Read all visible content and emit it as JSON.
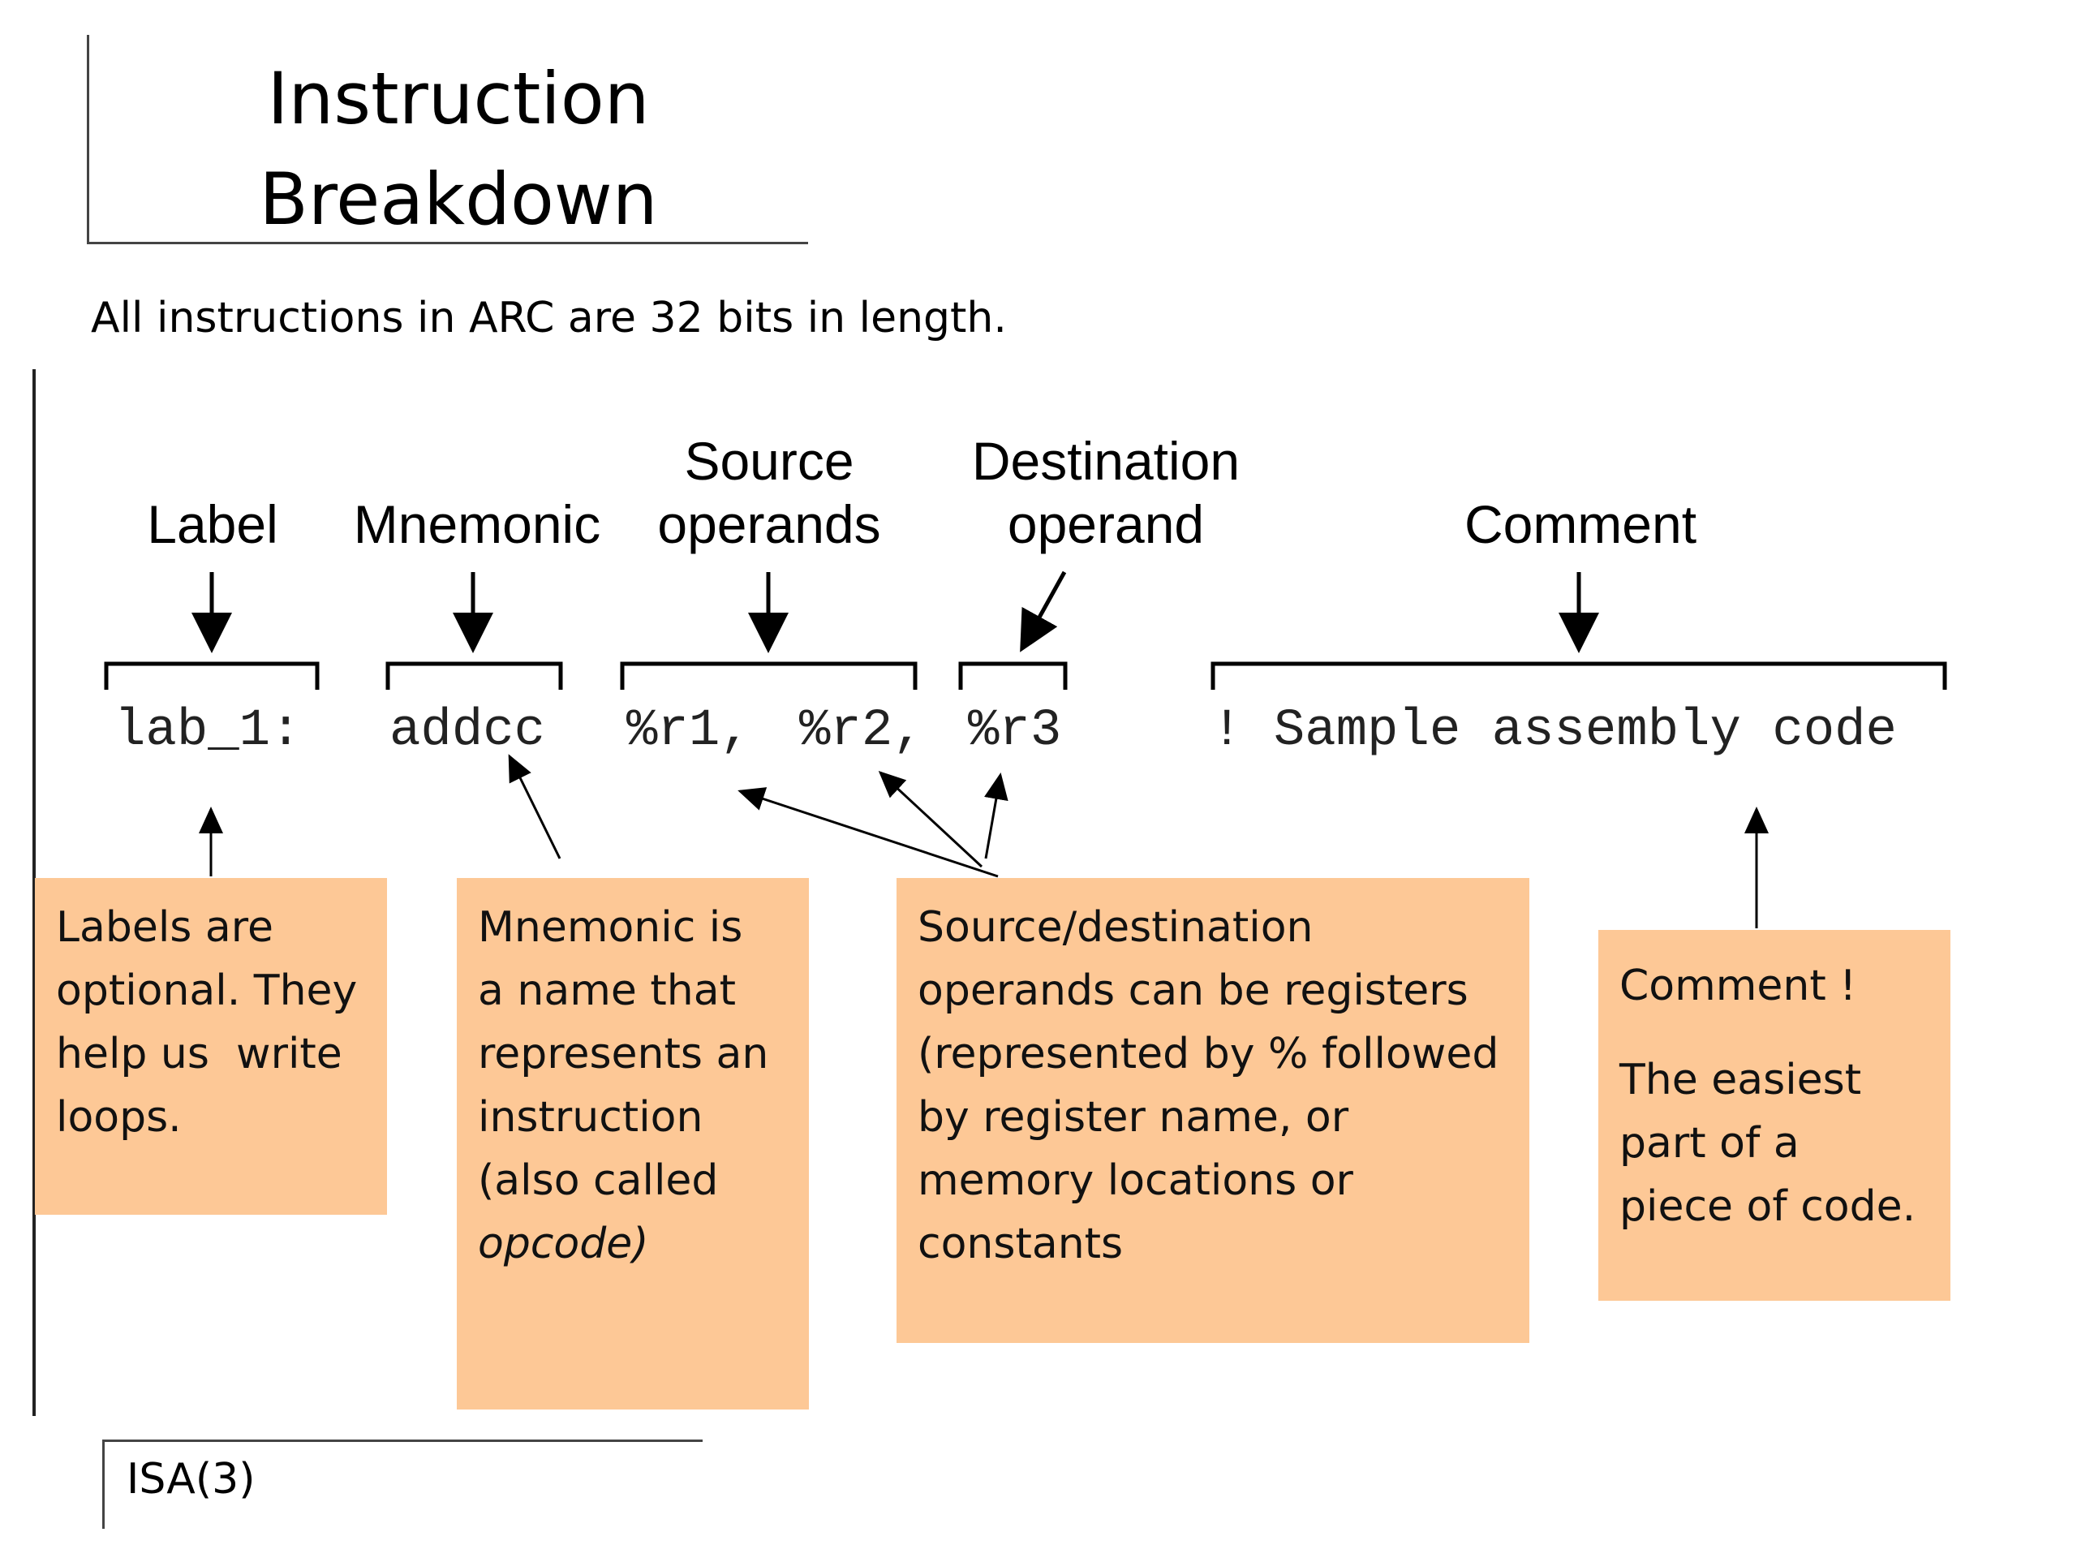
{
  "title": {
    "line1": "Instruction",
    "line2": "Breakdown"
  },
  "subtitle": "All instructions in ARC are 32 bits in length.",
  "headers": {
    "label": "Label",
    "mnemonic": "Mnemonic",
    "source_line1": "Source",
    "source_line2": "operands",
    "dest_line1": "Destination",
    "dest_line2": "operand",
    "comment": "Comment"
  },
  "code": {
    "label": "lab_1:",
    "mnemonic": "addcc",
    "src1": "%r1,",
    "src2": "%r2,",
    "dest": "%r3",
    "comment": "! Sample assembly code"
  },
  "notes": {
    "label": [
      "Labels are",
      "optional. They",
      "help us  write",
      "loops."
    ],
    "mnemonic": [
      "Mnemonic is",
      "a name that",
      "represents an",
      "instruction",
      "(also called",
      "opcode)"
    ],
    "operands": [
      "Source/destination",
      "operands can be registers",
      "(represented by % followed",
      "by register name, or",
      "memory locations or",
      "constants"
    ],
    "comment_title": "Comment !",
    "comment": [
      "The easiest",
      "part of a",
      "piece of code."
    ]
  },
  "footer": "ISA(3)"
}
